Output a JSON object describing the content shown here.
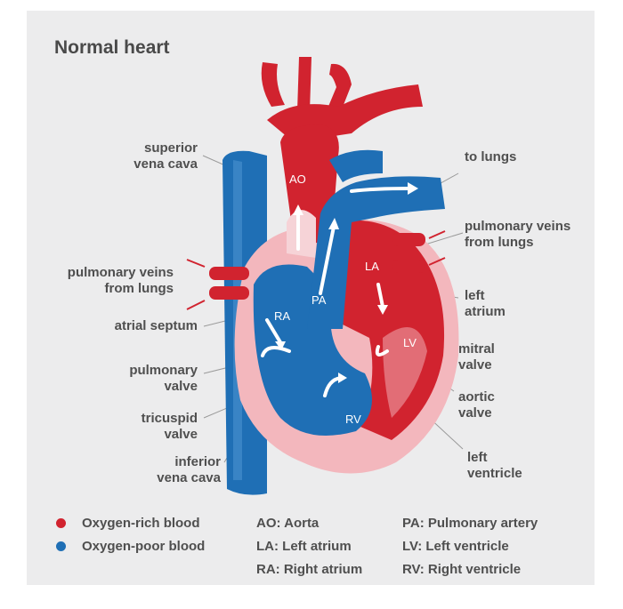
{
  "title": "Normal heart",
  "labels": {
    "svc": [
      "superior",
      "vena cava"
    ],
    "pv_left": [
      "pulmonary veins",
      "from lungs"
    ],
    "atrial_septum": "atrial septum",
    "pulm_valve": [
      "pulmonary",
      "valve"
    ],
    "tricuspid": [
      "tricuspid",
      "valve"
    ],
    "ivc": [
      "inferior",
      "vena cava"
    ],
    "to_lungs": "to lungs",
    "pv_right": [
      "pulmonary veins",
      "from lungs"
    ],
    "left_atrium": [
      "left",
      "atrium"
    ],
    "mitral": [
      "mitral",
      "valve"
    ],
    "aortic": [
      "aortic",
      "valve"
    ],
    "left_ventricle": [
      "left",
      "ventricle"
    ]
  },
  "chambers": {
    "ao": "AO",
    "pa": "PA",
    "ra": "RA",
    "la": "LA",
    "lv": "LV",
    "rv": "RV"
  },
  "legend": {
    "rich": "Oxygen-rich blood",
    "poor": "Oxygen-poor blood",
    "abbr": [
      "AO: Aorta",
      "LA: Left atrium",
      "RA: Right atrium",
      "PA: Pulmonary artery",
      "LV: Left ventricle",
      "RV: Right ventricle"
    ]
  },
  "colors": {
    "red": "#d1232f",
    "blue": "#1f6fb5",
    "pink": "#f3b7bd",
    "panel": "#ececed"
  }
}
